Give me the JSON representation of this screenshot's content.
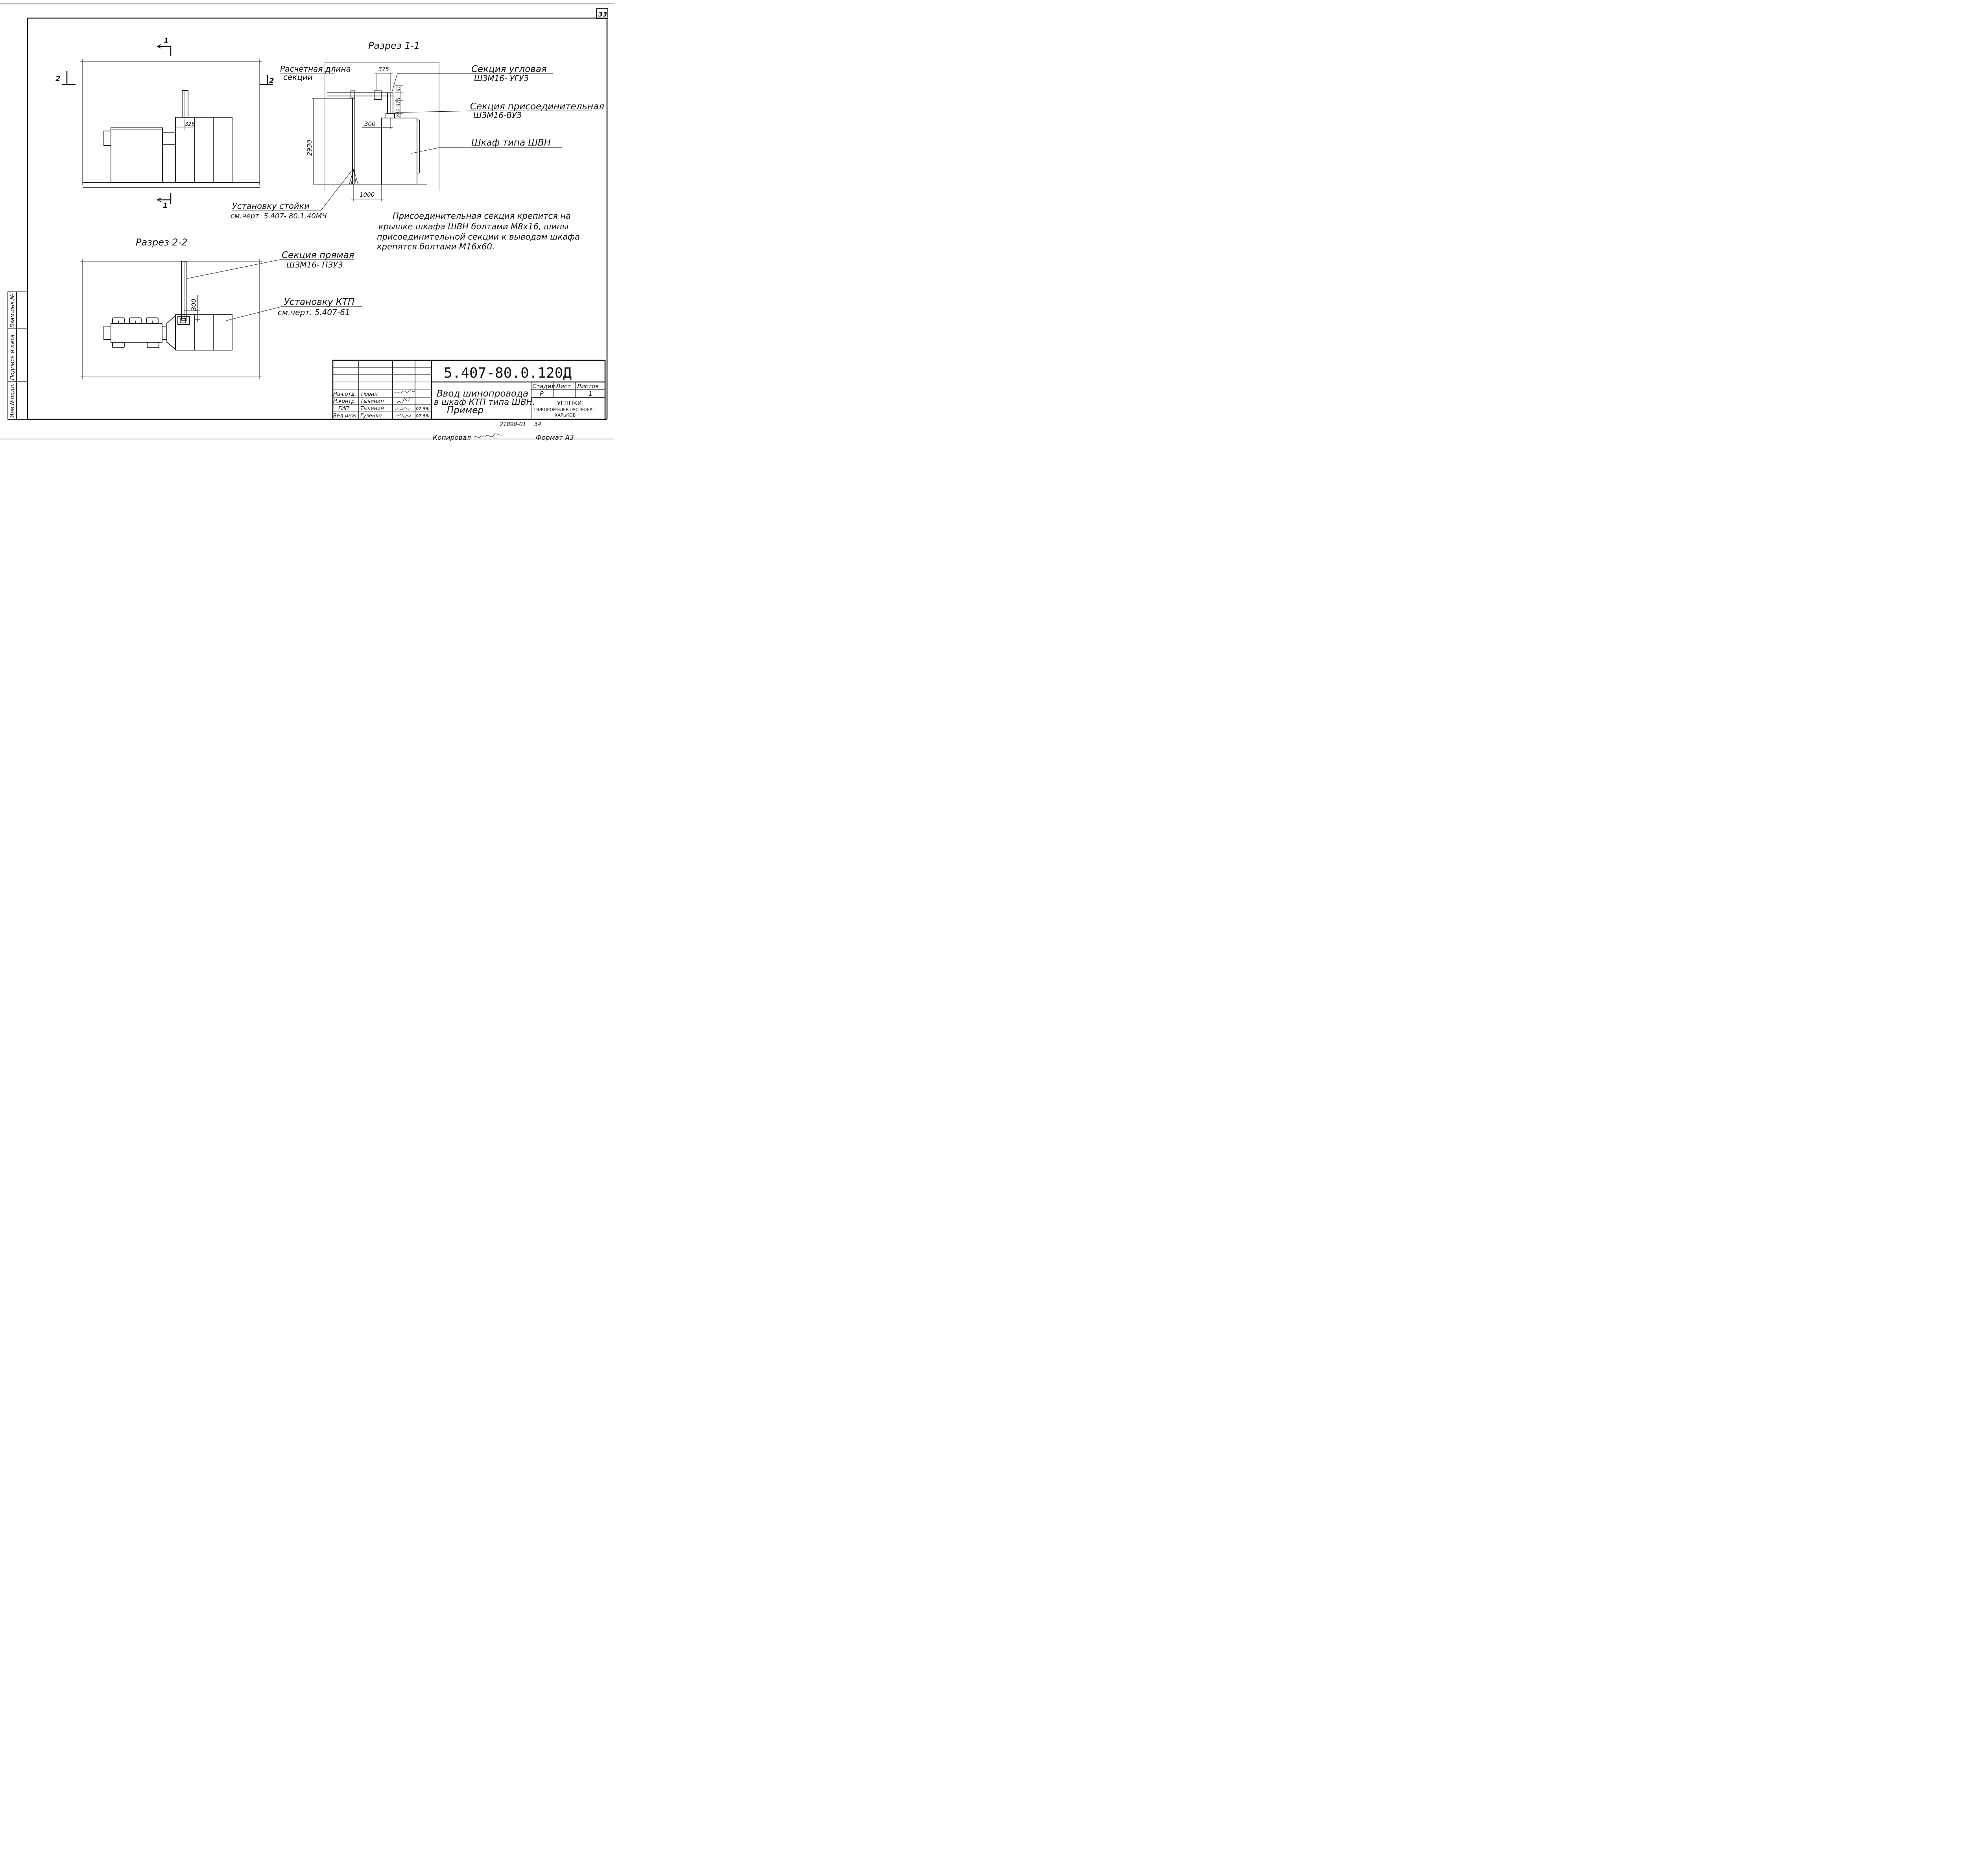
{
  "sheet": {
    "sheet_number": "33",
    "format": "Формат А3",
    "copied_by": "Копировал",
    "archive_number": "21890-01",
    "archive_page": "34"
  },
  "views": {
    "section_1_1_title": "Разрез 1-1",
    "section_2_2_title": "Разрез 2-2",
    "cut_marks": {
      "cut1": "1",
      "cut2": "2"
    }
  },
  "dimensions": {
    "plan_325": "325",
    "s11_375_top": "375",
    "s11_61": "61",
    "s11_375_side": "375",
    "s11_345": "345",
    "s11_300": "300",
    "s11_2930": "2930",
    "s11_1000": "1000",
    "s22_300": "300"
  },
  "labels": {
    "calc_length_line1": "Расчетная длина",
    "calc_length_line2": "секции",
    "corner_section_title": "Секция угловая",
    "corner_section_code": "ШЗМ16- УГУЗ",
    "connecting_section_title": "Секция присоединительная",
    "connecting_section_code": "ШЗМ16-ВУЗ",
    "cabinet_type": "Шкаф типа ШВН",
    "rack_install_title": "Установку стойки",
    "rack_install_ref": "см.черт. 5.407- 80.1.40МЧ",
    "straight_section_title": "Секция прямая",
    "straight_section_code": "ШЗМ16- ПЗУЗ",
    "ktp_install_title": "Установку КТП",
    "ktp_install_ref": "см.черт. 5.407-61"
  },
  "note": {
    "line1": "Присоединительная секция крепится на",
    "line2": "крышке шкафа ШВН болтами М8х16, шины",
    "line3": "присоединительной секции к выводам шкафа",
    "line4": "крепятся болтами М16х60."
  },
  "side_stamp": {
    "inv_no": "Инв.№подл.",
    "sign_date": "Подпись и дата",
    "swap_inv": "Взам.инв.№"
  },
  "title_block": {
    "doc_code": "5.407-80.0.120Д",
    "title_line1": "Ввод шинопровода",
    "title_line2": "в шкаф КТП типа ШВН.",
    "title_line3": "Пример",
    "stage_header": "Стадия",
    "sheet_header": "Лист",
    "sheets_header": "Листов",
    "stage_value": "Р",
    "sheet_value": "",
    "sheets_value": "1",
    "org_line1": "УГППКИ",
    "org_line2": "ТЯЖПРОМЭЛЕКТРОПРОЕКТ",
    "org_line3": "ХАРЬКОВ",
    "staff": [
      {
        "role": "Нач.отд.",
        "name": "Тюрин",
        "date": ""
      },
      {
        "role": "Н.контр.",
        "name": "Тычинин",
        "date": ""
      },
      {
        "role": "ГИП",
        "name": "Тычинин",
        "date": "07.86г"
      },
      {
        "role": "Вед.инж.",
        "name": "Гузенко",
        "date": "07.86г"
      }
    ]
  }
}
